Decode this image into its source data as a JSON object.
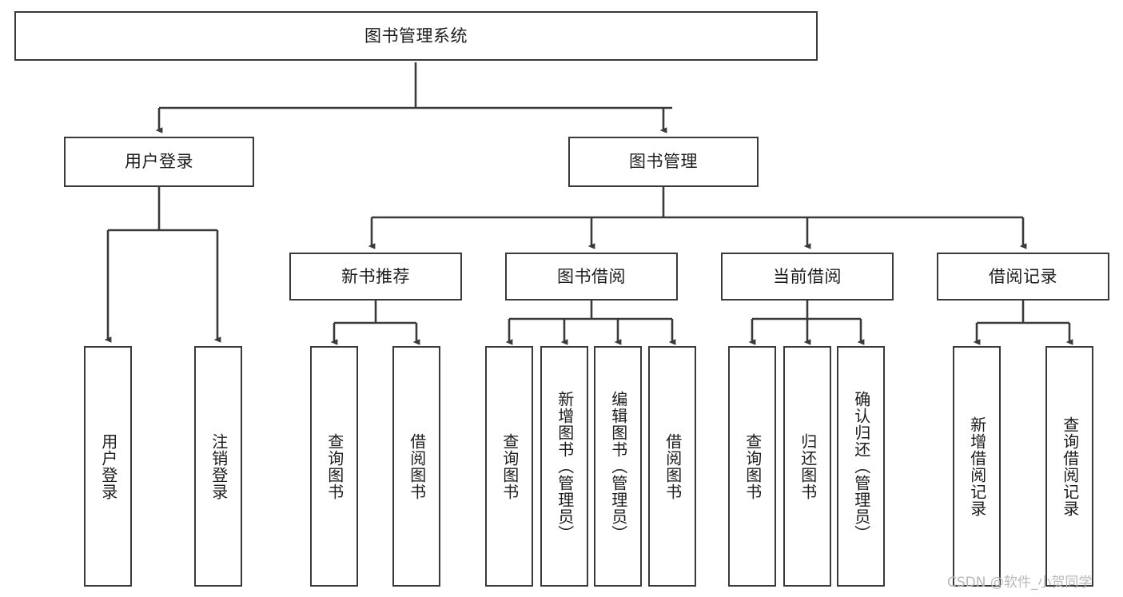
{
  "diagram": {
    "title": "图书管理系统",
    "type": "tree",
    "orientation": "top-down",
    "colors": {
      "node_border": "#3a3a3a",
      "node_fill": "#ffffff",
      "edge": "#3a3a3a",
      "text": "#1c1c1c",
      "watermark": "#b9b9b9",
      "background": "#ffffff"
    },
    "watermark": "CSDN @软件_小贺同学",
    "nodes": {
      "root": {
        "label": "图书管理系统"
      },
      "level2": [
        {
          "id": "user-login",
          "label": "用户登录"
        },
        {
          "id": "book-manage",
          "label": "图书管理"
        }
      ],
      "level3": [
        {
          "id": "new-book-recommend",
          "label": "新书推荐"
        },
        {
          "id": "book-borrow",
          "label": "图书借阅"
        },
        {
          "id": "current-borrow",
          "label": "当前借阅"
        },
        {
          "id": "borrow-record",
          "label": "借阅记录"
        }
      ],
      "leaves": {
        "user-login": [
          {
            "id": "leaf-user-login",
            "label": "用户登录"
          },
          {
            "id": "leaf-user-logout",
            "label": "注销登录"
          }
        ],
        "new-book-recommend": [
          {
            "id": "leaf-query-book-1",
            "label": "查询图书"
          },
          {
            "id": "leaf-borrow-book-1",
            "label": "借阅图书"
          }
        ],
        "book-borrow": [
          {
            "id": "leaf-query-book-2",
            "label": "查询图书"
          },
          {
            "id": "leaf-add-book",
            "label": "新增图书（管理员）"
          },
          {
            "id": "leaf-edit-book",
            "label": "编辑图书（管理员）"
          },
          {
            "id": "leaf-borrow-book-2",
            "label": "借阅图书"
          }
        ],
        "current-borrow": [
          {
            "id": "leaf-query-book-3",
            "label": "查询图书"
          },
          {
            "id": "leaf-return-book",
            "label": "归还图书"
          },
          {
            "id": "leaf-confirm-return",
            "label": "确认归还（管理员）"
          }
        ],
        "borrow-record": [
          {
            "id": "leaf-add-record",
            "label": "新增借阅记录"
          },
          {
            "id": "leaf-query-record",
            "label": "查询借阅记录"
          }
        ]
      }
    }
  }
}
